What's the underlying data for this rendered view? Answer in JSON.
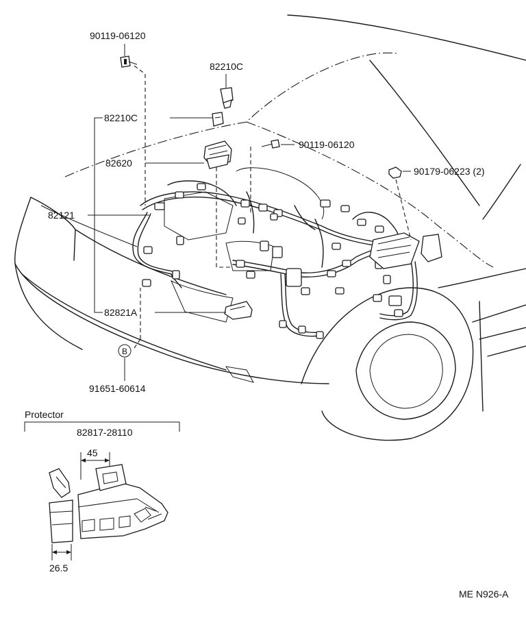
{
  "labels": {
    "bolt_top": "90119-06120",
    "clip_top": "82210C",
    "clip_mid": "82210C",
    "bolt_right": "90119-06120",
    "block_82620": "82620",
    "nut_right": "90179-06223 (2)",
    "harness": "82121",
    "bracket": "82821A",
    "circle_b": "B",
    "bolt_bottom": "91651-60614",
    "protector_title": "Protector",
    "protector_part": "82817-28110",
    "dim_45": "45",
    "dim_265": "26.5",
    "figure_code": "ME N926-A"
  }
}
